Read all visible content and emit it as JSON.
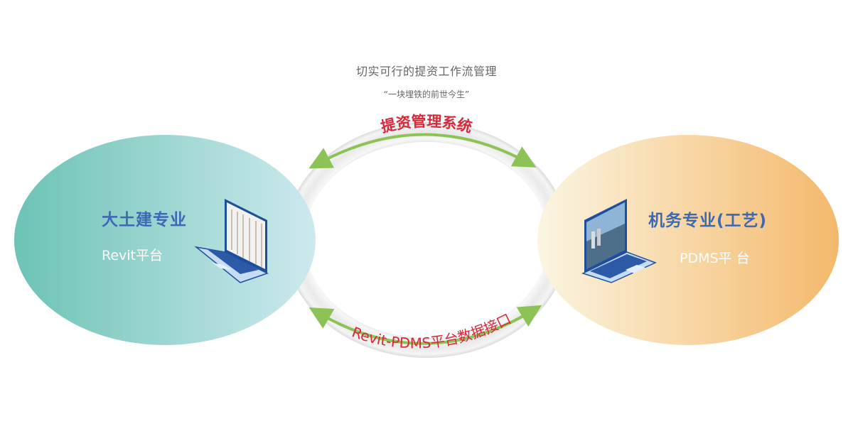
{
  "header": {
    "title": "切实可行的提资工作流管理",
    "subtitle": "“一块埋铁的前世今生”"
  },
  "left_node": {
    "title": "大土建专业",
    "platform": "Revit平台",
    "gradient": [
      "#6cc3b5",
      "#cde9ee"
    ],
    "device": "laptop-icon"
  },
  "right_node": {
    "title": "机务专业(工艺)",
    "platform": "PDMS平 台",
    "gradient": [
      "#fbf5e1",
      "#f4b86b"
    ],
    "device": "laptop-icon"
  },
  "connectors": {
    "top_label": "提资管理系统",
    "bottom_label": "Revit-PDMS平台数据接口",
    "label_color": "#d9283a",
    "arrow_color": "#8dc356",
    "ring_color": "#e6e6e6"
  },
  "colors": {
    "title_text": "#3d68b2",
    "laptop_frame": "#1f4f9c",
    "laptop_base": "#c6dcf3"
  }
}
